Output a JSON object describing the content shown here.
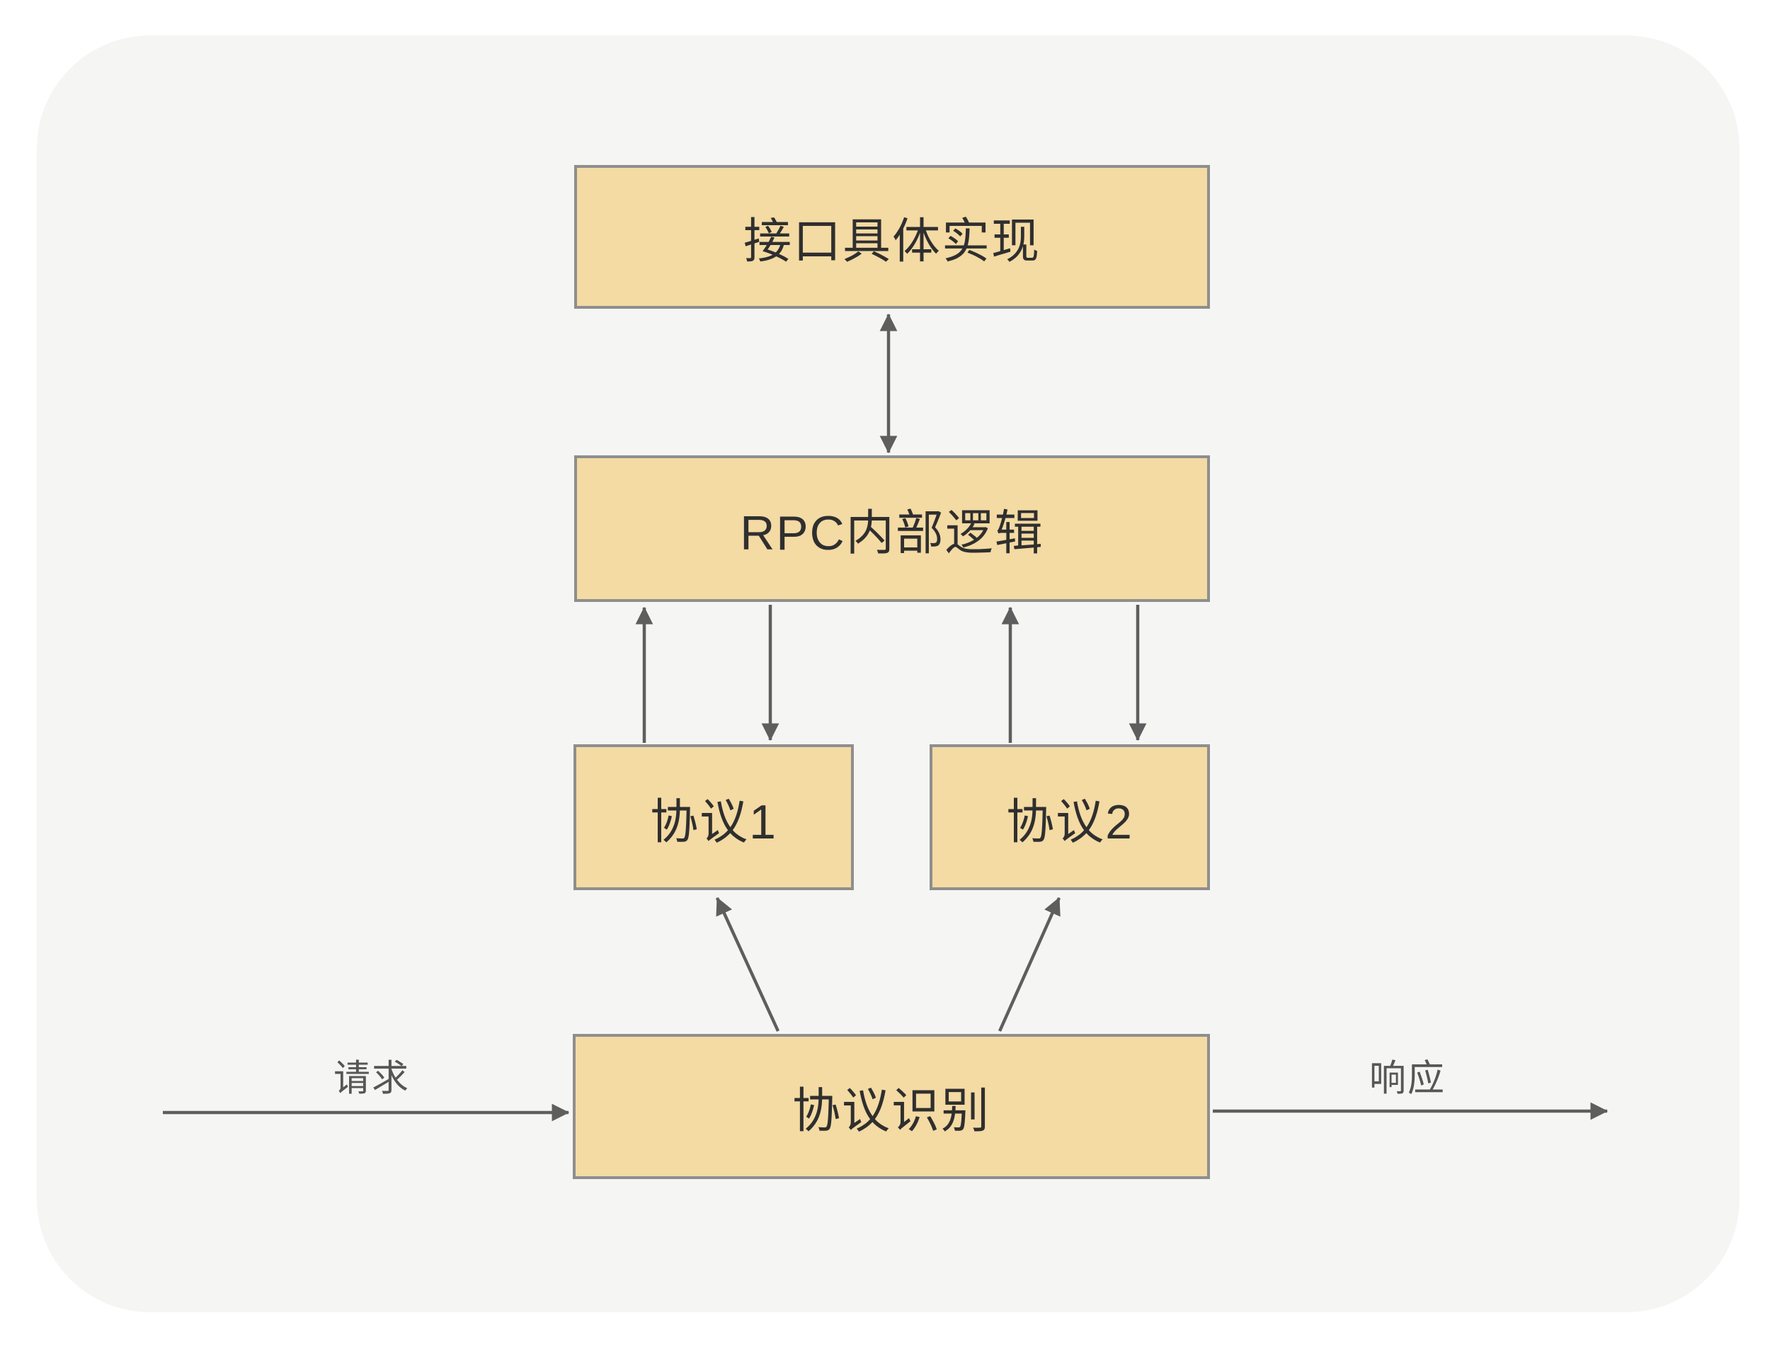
{
  "colors": {
    "page_bg": "#FFFFFF",
    "panel_bg": "#F5F5F3",
    "node_fill": "#F4DAA3",
    "node_border": "#8E8E8E",
    "arrow": "#5E5E5E",
    "node_text": "#2F2F2F",
    "label_text": "#565656"
  },
  "diagram": {
    "nodes": [
      {
        "id": "interface-impl",
        "label": "接口具体实现"
      },
      {
        "id": "rpc-internal",
        "label": "RPC内部逻辑"
      },
      {
        "id": "protocol-1",
        "label": "协议1"
      },
      {
        "id": "protocol-2",
        "label": "协议2"
      },
      {
        "id": "protocol-detect",
        "label": "协议识别"
      }
    ],
    "labels": {
      "request": "请求",
      "response": "响应"
    }
  }
}
